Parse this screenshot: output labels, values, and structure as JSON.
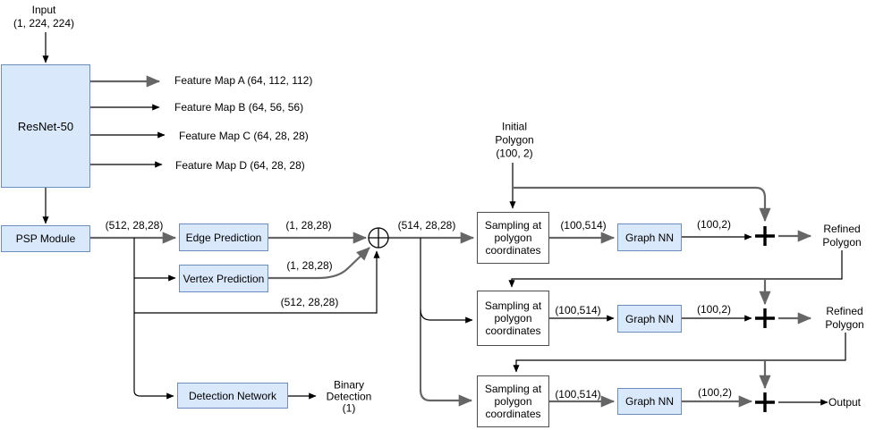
{
  "colors": {
    "node_fill": "#dae8fc",
    "node_border": "#6c8ebf",
    "line": "#000000",
    "line_emphasis": "#666666"
  },
  "input": {
    "label": "Input",
    "shape": "(1, 224, 224)"
  },
  "backbone": {
    "label": "ResNet-50"
  },
  "feature_maps": [
    {
      "label": "Feature Map A (64, 112, 112)"
    },
    {
      "label": "Feature Map B (64, 56, 56)"
    },
    {
      "label": "Feature Map C (64, 28, 28)"
    },
    {
      "label": "Feature Map D (64, 28, 28)"
    }
  ],
  "psp": {
    "label": "PSP Module",
    "out_shape": "(512, 28,28)"
  },
  "edge_pred": {
    "label": "Edge Prediction",
    "out_shape": "(1, 28,28)"
  },
  "vertex_pred": {
    "label": "Vertex Prediction",
    "out_shape": "(1, 28,28)"
  },
  "skip_shape": "(512, 28,28)",
  "concat_shape": "(514, 28,28)",
  "initial_polygon": {
    "line1": "Initial",
    "line2": "Polygon",
    "shape": "(100, 2)"
  },
  "detection": {
    "label": "Detection Network",
    "out_line1": "Binary",
    "out_line2": "Detection",
    "out_line3": "(1)"
  },
  "rows": [
    {
      "sampling": [
        "Sampling at",
        "polygon",
        "coordinates"
      ],
      "in_dim": "(100,514)",
      "gnn": "Graph NN",
      "out_dim": "(100,2)",
      "result": [
        "Refined",
        "Polygon"
      ]
    },
    {
      "sampling": [
        "Sampling at",
        "polygon",
        "coordinates"
      ],
      "in_dim": "(100,514)",
      "gnn": "Graph NN",
      "out_dim": "(100,2)",
      "result": [
        "Refined",
        "Polygon"
      ]
    },
    {
      "sampling": [
        "Sampling at",
        "polygon",
        "coordinates"
      ],
      "in_dim": "(100,514)",
      "gnn": "Graph NN",
      "out_dim": "(100,2)",
      "result": [
        "Output"
      ]
    }
  ]
}
